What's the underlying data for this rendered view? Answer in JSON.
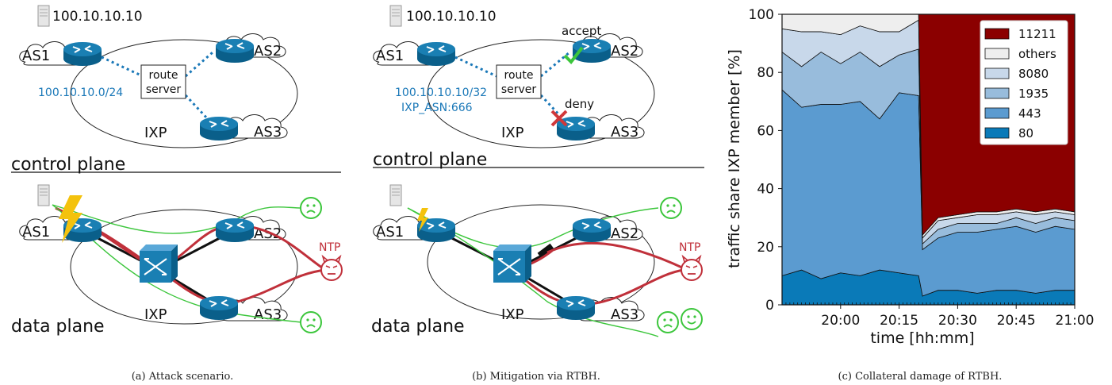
{
  "panel_a": {
    "ip_top": "100.10.10.10",
    "as1": "AS1",
    "as2": "AS2",
    "as3": "AS3",
    "route_server": [
      "route",
      "server"
    ],
    "prefix": "100.10.10.0/24",
    "ixp": "IXP",
    "control_plane": "control plane",
    "data_plane": "data plane",
    "ntp": "NTP",
    "caption": "(a)  Attack scenario."
  },
  "panel_b": {
    "ip_top": "100.10.10.10",
    "as1": "AS1",
    "as2": "AS2",
    "as3": "AS3",
    "route_server": [
      "route",
      "server"
    ],
    "accept": "accept",
    "deny": "deny",
    "prefix": "100.10.10.10/32",
    "community": "IXP_ASN:666",
    "ixp": "IXP",
    "control_plane": "control plane",
    "data_plane": "data plane",
    "ntp": "NTP",
    "caption": "(b)  Mitigation via RTBH."
  },
  "panel_c": {
    "caption": "(c)  Collateral damage of RTBH."
  },
  "chart_data": {
    "type": "area",
    "stacked": true,
    "xlabel": "time [hh:mm]",
    "ylabel": "traffic share IXP member [%]",
    "xlim": [
      "19:45",
      "21:00"
    ],
    "ylim": [
      0,
      100
    ],
    "x_ticks": [
      "20:00",
      "20:15",
      "20:30",
      "20:45",
      "21:00"
    ],
    "y_ticks": [
      0,
      20,
      40,
      60,
      80,
      100
    ],
    "legend_position": "top-right",
    "x": [
      "19:45",
      "19:50",
      "19:55",
      "20:00",
      "20:05",
      "20:10",
      "20:15",
      "20:20",
      "20:21",
      "20:25",
      "20:30",
      "20:35",
      "20:40",
      "20:45",
      "20:50",
      "20:55",
      "21:00"
    ],
    "series": [
      {
        "name": "80",
        "color": "#0a7ab8",
        "values": [
          10,
          12,
          9,
          11,
          10,
          12,
          11,
          10,
          3,
          5,
          5,
          4,
          5,
          5,
          4,
          5,
          5
        ]
      },
      {
        "name": "443",
        "color": "#5b9bd0",
        "values": [
          64,
          56,
          60,
          58,
          60,
          52,
          62,
          62,
          16,
          18,
          20,
          21,
          21,
          22,
          21,
          22,
          21
        ]
      },
      {
        "name": "1935",
        "color": "#98bcdc",
        "values": [
          13,
          14,
          18,
          14,
          17,
          18,
          13,
          16,
          2,
          3,
          3,
          3,
          2,
          3,
          3,
          3,
          3
        ]
      },
      {
        "name": "8080",
        "color": "#c8d8ea",
        "values": [
          8,
          12,
          7,
          10,
          9,
          12,
          8,
          10,
          2,
          3,
          2,
          3,
          3,
          2,
          3,
          2,
          2
        ]
      },
      {
        "name": "others",
        "color": "#eeeeee",
        "values": [
          5,
          6,
          6,
          7,
          4,
          6,
          6,
          2,
          1,
          1,
          1,
          1,
          1,
          1,
          1,
          1,
          1
        ]
      },
      {
        "name": "11211",
        "color": "#8b0000",
        "values": [
          0,
          0,
          0,
          0,
          0,
          0,
          0,
          0,
          76,
          70,
          69,
          68,
          68,
          67,
          68,
          67,
          68
        ]
      }
    ],
    "legend_order": [
      "11211",
      "others",
      "8080",
      "1935",
      "443",
      "80"
    ]
  }
}
